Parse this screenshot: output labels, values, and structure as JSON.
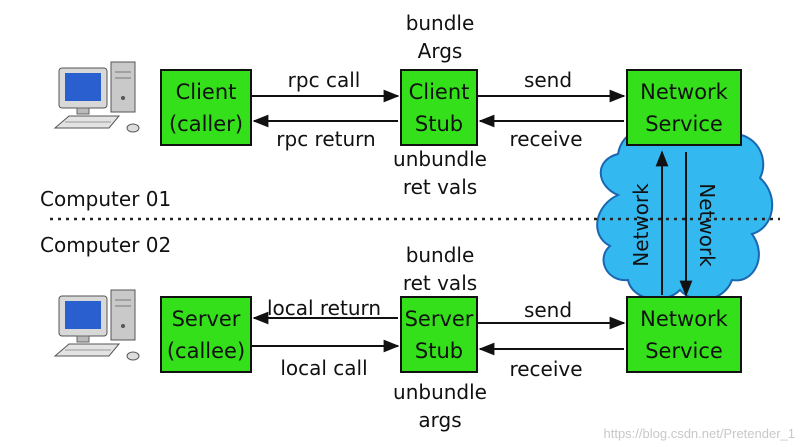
{
  "computers": {
    "top_label": "Computer 01",
    "bottom_label": "Computer 02"
  },
  "top_row": {
    "client": [
      "Client",
      "(caller)"
    ],
    "client_stub": [
      "Client",
      "Stub"
    ],
    "network_service": [
      "Network",
      "Service"
    ],
    "call_label": "rpc call",
    "return_label": "rpc return",
    "send_label": "send",
    "receive_label": "receive",
    "stub_above": [
      "bundle",
      "Args"
    ],
    "stub_below": [
      "unbundle",
      "ret vals"
    ]
  },
  "bottom_row": {
    "server": [
      "Server",
      "(callee)"
    ],
    "server_stub": [
      "Server",
      "Stub"
    ],
    "network_service": [
      "Network",
      "Service"
    ],
    "return_label": "local return",
    "call_label": "local call",
    "send_label": "send",
    "receive_label": "receive",
    "stub_above": [
      "bundle",
      "ret vals"
    ],
    "stub_below": [
      "unbundle",
      "args"
    ]
  },
  "network": {
    "left_label": "Network",
    "right_label": "Network"
  },
  "watermark": "https://blog.csdn.net/Pretender_1",
  "colors": {
    "box_fill": "#33e01a",
    "cloud_fill": "#33b8f0"
  },
  "icons": [
    "computer-icon"
  ]
}
